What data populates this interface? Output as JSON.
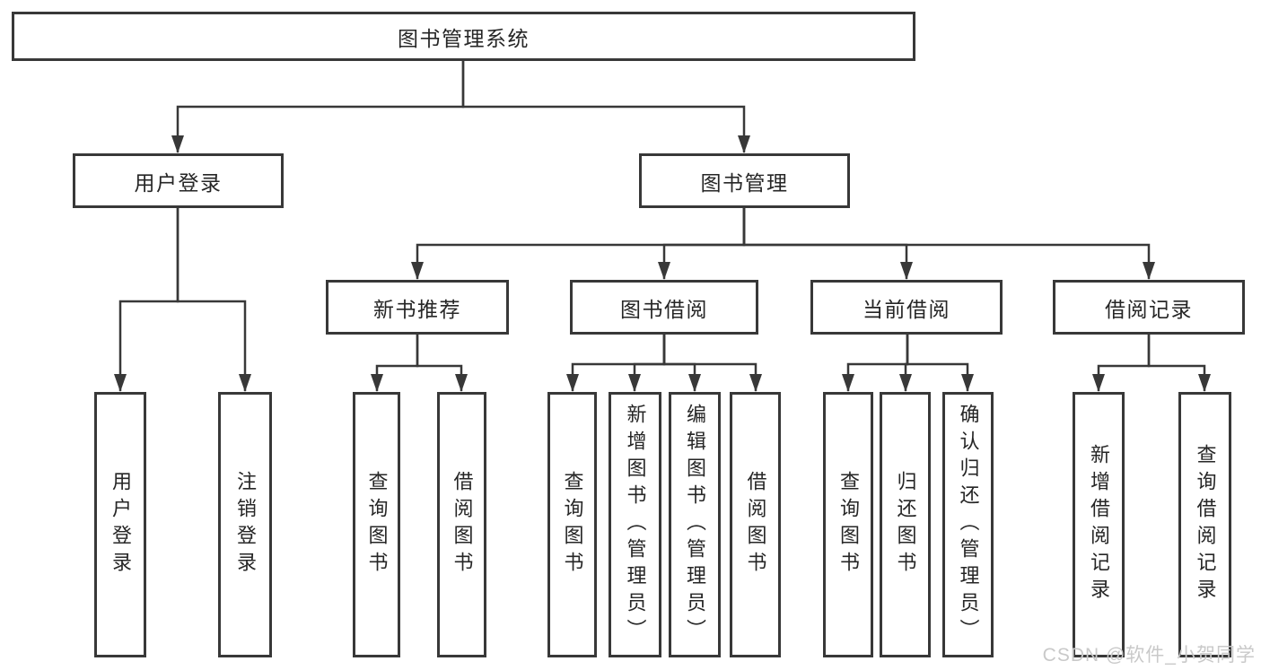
{
  "tree": {
    "label": "图书管理系统",
    "children": [
      {
        "label": "用户登录",
        "children": [
          {
            "label": "用户登录"
          },
          {
            "label": "注销登录"
          }
        ]
      },
      {
        "label": "图书管理",
        "children": [
          {
            "label": "新书推荐",
            "children": [
              {
                "label": "查询图书"
              },
              {
                "label": "借阅图书"
              }
            ]
          },
          {
            "label": "图书借阅",
            "children": [
              {
                "label": "查询图书"
              },
              {
                "label": "新增图书（管理员）"
              },
              {
                "label": "编辑图书（管理员）"
              },
              {
                "label": "借阅图书"
              }
            ]
          },
          {
            "label": "当前借阅",
            "children": [
              {
                "label": "查询图书"
              },
              {
                "label": "归还图书"
              },
              {
                "label": "确认归还（管理员）"
              }
            ]
          },
          {
            "label": "借阅记录",
            "children": [
              {
                "label": "新增借阅记录"
              },
              {
                "label": "查询借阅记录"
              }
            ]
          }
        ]
      }
    ]
  },
  "watermark": {
    "text": "CSDN @软件_小贺同学"
  },
  "colors": {
    "line": "#383838",
    "box_border": "#383838",
    "text": "#262626",
    "background": "#ffffff",
    "watermark": "#c9c9c9"
  }
}
